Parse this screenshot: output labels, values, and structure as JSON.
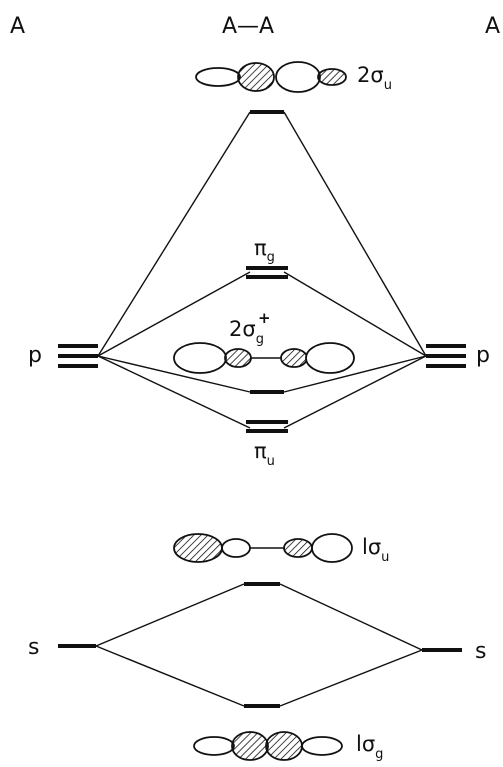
{
  "headers": {
    "left": "A",
    "center": "A—A",
    "right": "A"
  },
  "atomic": {
    "p_left": "p",
    "p_right": "p",
    "s_left": "s",
    "s_right": "s"
  },
  "orbitals": {
    "sigma_u2": {
      "num": "2",
      "sym": "σ",
      "sub": "u"
    },
    "pi_g": {
      "sym": "π",
      "sub": "g"
    },
    "sigma_g2": {
      "num": "2",
      "sym": "σ",
      "sub": "g",
      "sup": "+"
    },
    "pi_u": {
      "sym": "π",
      "sub": "u"
    },
    "sigma_u1": {
      "num": "l",
      "sym": "σ",
      "sub": "u"
    },
    "sigma_g1": {
      "num": "l",
      "sym": "σ",
      "sub": "g"
    }
  }
}
